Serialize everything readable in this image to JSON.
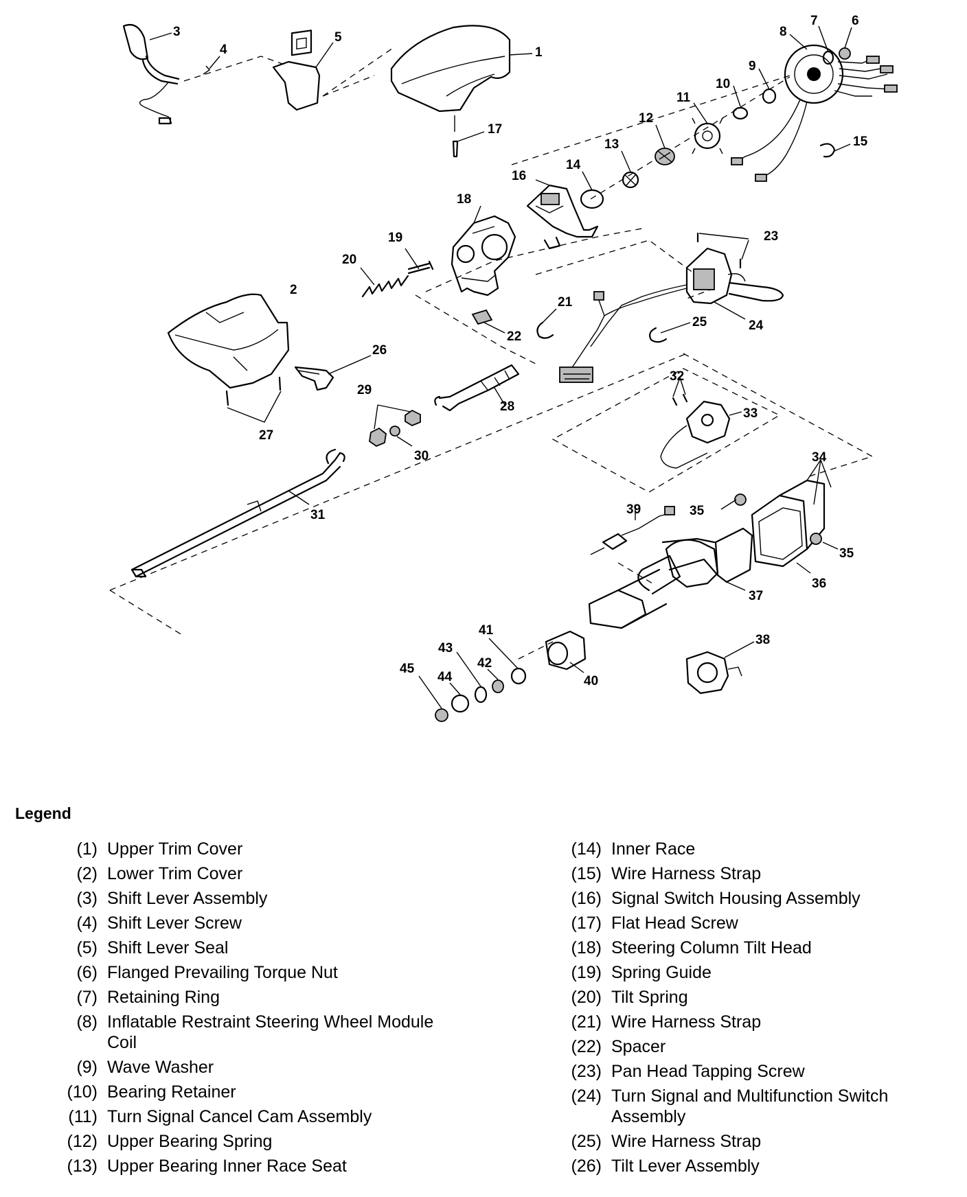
{
  "callouts": [
    "1",
    "2",
    "3",
    "4",
    "5",
    "6",
    "7",
    "8",
    "9",
    "10",
    "11",
    "12",
    "13",
    "14",
    "15",
    "16",
    "17",
    "18",
    "19",
    "20",
    "21",
    "22",
    "23",
    "24",
    "25",
    "26",
    "27",
    "28",
    "29",
    "30",
    "31",
    "32",
    "33",
    "34",
    "35",
    "35",
    "36",
    "37",
    "38",
    "39",
    "40",
    "41",
    "42",
    "43",
    "44",
    "45"
  ],
  "legend": {
    "title": "Legend",
    "left": [
      {
        "num": "(1)",
        "text": "Upper Trim Cover"
      },
      {
        "num": "(2)",
        "text": "Lower Trim Cover"
      },
      {
        "num": "(3)",
        "text": "Shift Lever Assembly"
      },
      {
        "num": "(4)",
        "text": "Shift Lever Screw"
      },
      {
        "num": "(5)",
        "text": "Shift Lever Seal"
      },
      {
        "num": "(6)",
        "text": "Flanged Prevailing Torque Nut"
      },
      {
        "num": "(7)",
        "text": "Retaining Ring"
      },
      {
        "num": "(8)",
        "text": "Inflatable Restraint Steering Wheel Module Coil"
      },
      {
        "num": "(9)",
        "text": "Wave Washer"
      },
      {
        "num": "(10)",
        "text": "Bearing Retainer"
      },
      {
        "num": "(11)",
        "text": "Turn Signal Cancel Cam Assembly"
      },
      {
        "num": "(12)",
        "text": "Upper Bearing Spring"
      },
      {
        "num": "(13)",
        "text": "Upper Bearing Inner Race Seat"
      }
    ],
    "right": [
      {
        "num": "(14)",
        "text": "Inner Race"
      },
      {
        "num": "(15)",
        "text": "Wire Harness Strap"
      },
      {
        "num": "(16)",
        "text": "Signal Switch Housing Assembly"
      },
      {
        "num": "(17)",
        "text": "Flat Head Screw"
      },
      {
        "num": "(18)",
        "text": "Steering Column Tilt Head"
      },
      {
        "num": "(19)",
        "text": "Spring Guide"
      },
      {
        "num": "(20)",
        "text": "Tilt Spring"
      },
      {
        "num": "(21)",
        "text": "Wire Harness Strap"
      },
      {
        "num": "(22)",
        "text": "Spacer"
      },
      {
        "num": "(23)",
        "text": "Pan Head Tapping Screw"
      },
      {
        "num": "(24)",
        "text": "Turn Signal and Multifunction Switch Assembly"
      },
      {
        "num": "(25)",
        "text": "Wire Harness Strap"
      },
      {
        "num": "(26)",
        "text": "Tilt Lever Assembly"
      }
    ]
  }
}
